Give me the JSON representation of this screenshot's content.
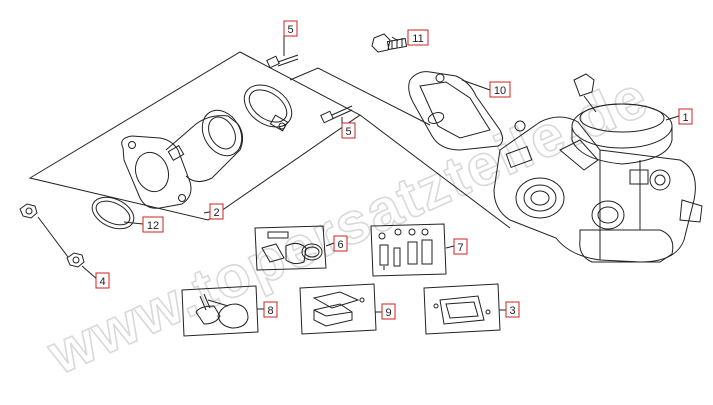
{
  "watermark": {
    "text": "www.topersatzteile.de"
  },
  "callouts": [
    {
      "id": "c1",
      "label": "1"
    },
    {
      "id": "c2",
      "label": "2"
    },
    {
      "id": "c3",
      "label": "3"
    },
    {
      "id": "c4",
      "label": "4"
    },
    {
      "id": "c5a",
      "label": "5"
    },
    {
      "id": "c5b",
      "label": "5"
    },
    {
      "id": "c6",
      "label": "6"
    },
    {
      "id": "c7",
      "label": "7"
    },
    {
      "id": "c8",
      "label": "8"
    },
    {
      "id": "c9",
      "label": "9"
    },
    {
      "id": "c10",
      "label": "10"
    },
    {
      "id": "c11",
      "label": "11"
    },
    {
      "id": "c12",
      "label": "12"
    }
  ],
  "colors": {
    "callout_border": "#cc2222",
    "line": "#222222",
    "watermark": "#d9d9d9"
  }
}
